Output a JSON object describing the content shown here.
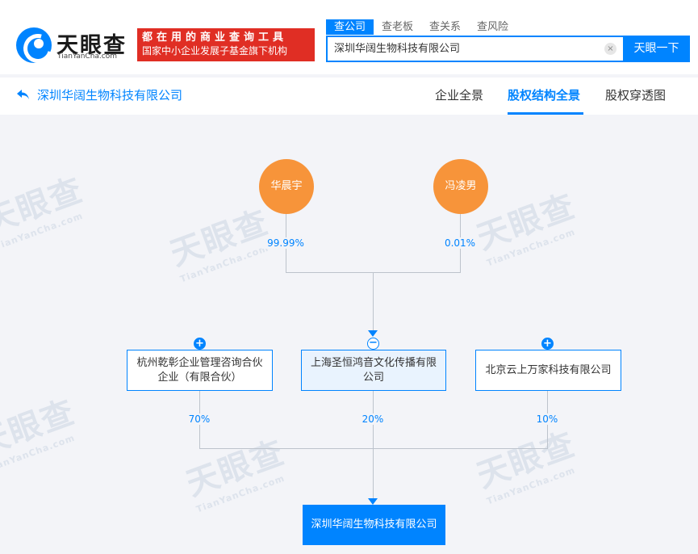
{
  "brand": {
    "logo_text": "天眼查",
    "logo_sub": "TianYanCha.com",
    "slogan_line1": "都在用的商业查询工具",
    "slogan_line2": "国家中小企业发展子基金旗下机构"
  },
  "search": {
    "tabs": [
      {
        "label": "查公司",
        "active": true
      },
      {
        "label": "查老板",
        "active": false
      },
      {
        "label": "查关系",
        "active": false
      },
      {
        "label": "查风险",
        "active": false
      }
    ],
    "value": "深圳华阔生物科技有限公司",
    "clear_icon": "×",
    "button_label": "天眼一下"
  },
  "subnav": {
    "company_name": "深圳华阔生物科技有限公司",
    "tabs": [
      {
        "label": "企业全景",
        "active": false
      },
      {
        "label": "股权结构全景",
        "active": true
      },
      {
        "label": "股权穿透图",
        "active": false
      }
    ]
  },
  "chart": {
    "watermark_text": "天眼查",
    "watermark_sub": "TianYanCha.com",
    "persons": [
      {
        "name": "华晨宇",
        "percent": "99.99%"
      },
      {
        "name": "冯凌男",
        "percent": "0.01%"
      }
    ],
    "shareholders": [
      {
        "name": "杭州乾彰企业管理咨询合伙企业（有限合伙）",
        "percent": "70%",
        "toggle": "+"
      },
      {
        "name": "上海圣恒鸿音文化传播有限公司",
        "percent": "20%",
        "toggle": "−"
      },
      {
        "name": "北京云上万家科技有限公司",
        "percent": "10%",
        "toggle": "+"
      }
    ],
    "target": "深圳华阔生物科技有限公司"
  },
  "colors": {
    "accent": "#0084ff",
    "person": "#f7943a",
    "slogan": "#e02e24"
  }
}
